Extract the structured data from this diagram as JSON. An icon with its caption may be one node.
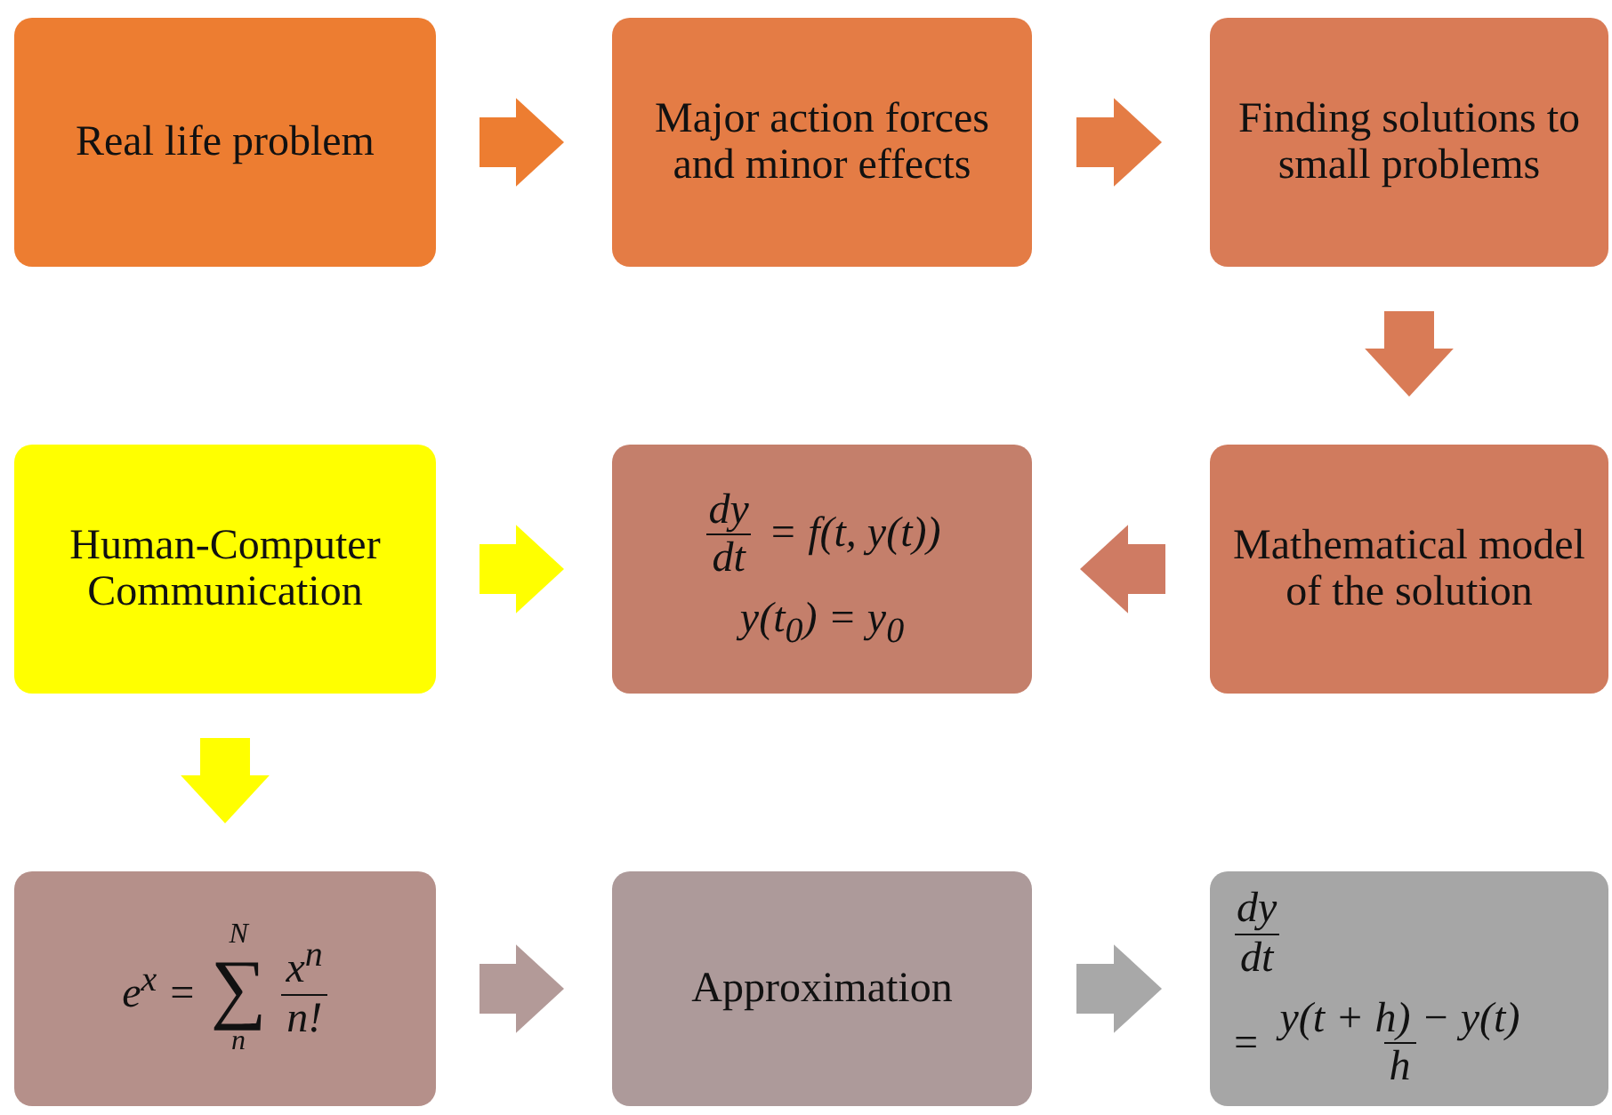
{
  "diagram": {
    "nodes": [
      {
        "text": [
          "Real life problem"
        ]
      },
      {
        "text": [
          "Major action forces and minor effects"
        ]
      },
      {
        "text": [
          "Finding solutions to small problems"
        ]
      },
      {
        "text": [
          "Human-Computer Communication"
        ]
      },
      {
        "text": [
          "dy",
          "dt",
          "= f(t, y(t))",
          "y(t$_{0}$) = y$_{0}$"
        ]
      },
      {
        "text": [
          "Mathematical model of the solution"
        ]
      },
      {
        "text": [
          "e$^{x}$ =",
          "N",
          "∑",
          "n",
          "x$^{n}$",
          "n!"
        ]
      },
      {
        "text": [
          "Approximation"
        ]
      },
      {
        "text": [
          "dy",
          "dt",
          "=",
          "y(t + h) − y(t)",
          "h"
        ]
      }
    ],
    "edges": [
      {
        "from": 0,
        "to": 1,
        "arrow": "to",
        "color": "#ed7d31"
      },
      {
        "from": 1,
        "to": 2,
        "arrow": "to",
        "color": "#e47c45"
      },
      {
        "from": 2,
        "to": 5,
        "arrow": "to",
        "color": "#d97b56"
      },
      {
        "from": 5,
        "to": 4,
        "arrow": "to",
        "color": "#cf7b63"
      },
      {
        "from": 3,
        "to": 4,
        "arrow": "to",
        "color": "#ffff00"
      },
      {
        "from": 3,
        "to": 6,
        "arrow": "to",
        "color": "#ffff00"
      },
      {
        "from": 6,
        "to": 7,
        "arrow": "to",
        "color": "#b39a98"
      },
      {
        "from": 7,
        "to": 8,
        "arrow": "to",
        "color": "#a8a8a8"
      }
    ]
  }
}
